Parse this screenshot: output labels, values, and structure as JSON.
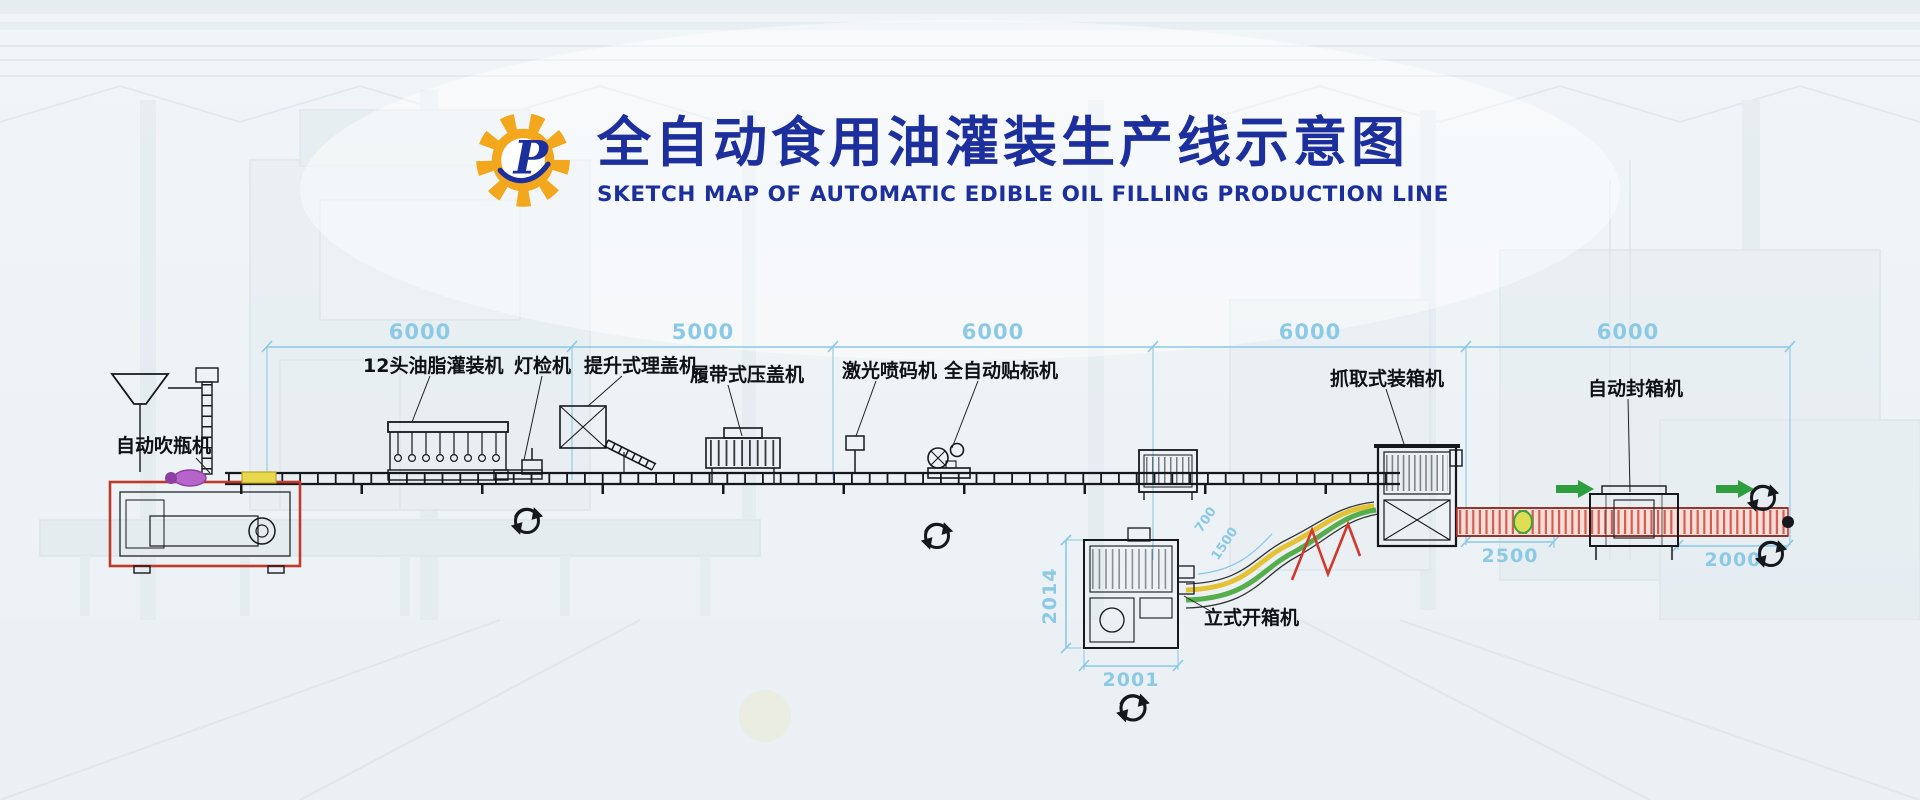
{
  "header": {
    "logo_letter": "P",
    "title_cn": "全自动食用油灌装生产线示意图",
    "title_en": "SKETCH MAP OF AUTOMATIC EDIBLE OIL FILLING PRODUCTION LINE"
  },
  "top_dimensions": [
    {
      "value": "6000"
    },
    {
      "value": "5000"
    },
    {
      "value": "6000"
    },
    {
      "value": "6000"
    },
    {
      "value": "6000"
    }
  ],
  "machines": {
    "blow_molder": "自动吹瓶机",
    "filler": "12头油脂灌装机",
    "light_inspector": "灯检机",
    "cap_elevator": "提升式理盖机",
    "capper": "履带式压盖机",
    "laser_coder": "激光喷码机",
    "labeler": "全自动贴标机",
    "case_packer": "抓取式装箱机",
    "case_sealer": "自动封箱机",
    "carton_opener": "立式开箱机"
  },
  "detail_dimensions": {
    "opener_height": "2014",
    "opener_width": "2001",
    "packer_outfeed": "2500",
    "sealer_outfeed": "2000",
    "curve_radius_inner": "700",
    "curve_radius_outer": "1500"
  },
  "colors": {
    "title_blue": "#1c2f9c",
    "logo_orange": "#f3a71d",
    "dimension_blue": "#8cc9e4",
    "linework_black": "#15181c",
    "conveyor_red": "#c0392b",
    "arrow_green": "#2f9e3c"
  }
}
